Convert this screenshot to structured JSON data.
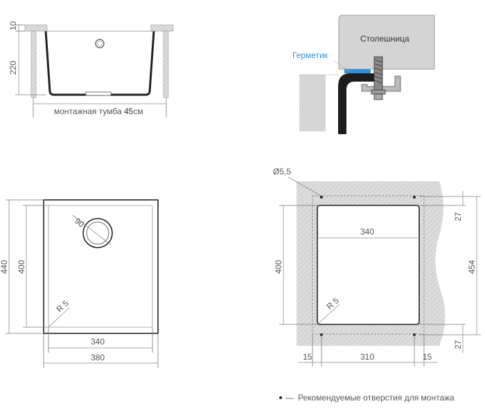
{
  "side_view": {
    "dim_top": "10",
    "dim_height": "220",
    "cabinet_label_prefix": "монтажная тумба ",
    "cabinet_label_value": "45",
    "cabinet_label_unit": "см"
  },
  "detail_view": {
    "countertop_label": "Столешница",
    "sealant_label": "Герметик",
    "sealant_color": "#2f8fd8"
  },
  "top_view": {
    "drain_diameter": "90",
    "corner_radius": "R 5",
    "inner_height": "400",
    "outer_height": "440",
    "inner_width": "340",
    "outer_width": "380"
  },
  "cutout_view": {
    "hole_diameter": "Ø5,5",
    "inner_width": "340",
    "inner_height": "400",
    "corner_radius": "R 5",
    "total_height": "454",
    "offset_top": "27",
    "offset_bottom": "27",
    "offset_left": "15",
    "offset_right": "15",
    "hole_spacing": "310"
  },
  "legend": {
    "bullet": "•",
    "dash": "—",
    "text": "Рекомендуемые отверстия для монтажа"
  }
}
